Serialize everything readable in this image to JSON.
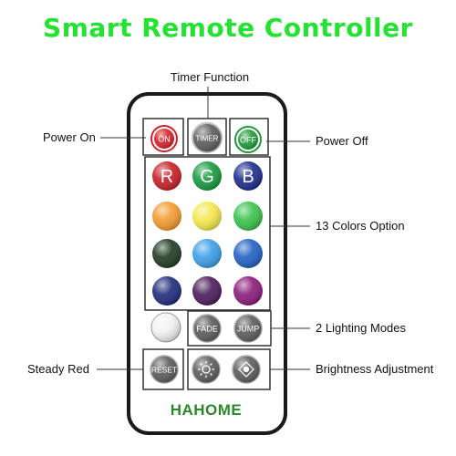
{
  "title": "Smart Remote Controller",
  "brand": "HAHOME",
  "callouts": {
    "timer_function": "Timer  Function",
    "power_on": "Power  On",
    "power_off": "Power  Off",
    "colors_option": "13  Colors  Option",
    "lighting_modes": "2  Lighting  Modes",
    "steady_red": "Steady  Red",
    "brightness": "Brightness  Adjustment"
  },
  "buttons": {
    "on": "ON",
    "timer": "TIMER",
    "off": "OFF",
    "r": "R",
    "g": "G",
    "b": "B",
    "fade": "FADE",
    "jump": "JUMP",
    "reset": "RESET"
  },
  "colors": {
    "title": "#22e32f",
    "brand": "#2a8a2a",
    "on_red": "#d8202a",
    "off_green": "#1f9a3a",
    "r": "#c81e24",
    "g": "#159a3c",
    "b": "#1c2b8c",
    "orange": "#f39a2e",
    "yellow": "#f5e84a",
    "light_green": "#39c24a",
    "dark_green": "#1f3a22",
    "light_blue": "#3a9ee8",
    "mid_blue": "#1f5fc4",
    "navy": "#1f2a7a",
    "purple": "#4a1a5a",
    "magenta": "#8a1a7a",
    "white": "#f2f2f2",
    "grey": "#5a5a5a"
  }
}
